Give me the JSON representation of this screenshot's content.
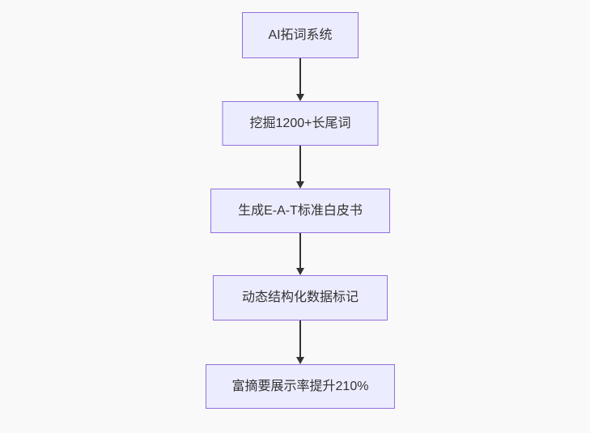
{
  "flowchart": {
    "type": "vertical-flowchart",
    "direction": "top-down",
    "nodes": [
      {
        "label": "AI拓词系统"
      },
      {
        "label": "挖掘1200+长尾词"
      },
      {
        "label": "生成E-A-T标准白皮书"
      },
      {
        "label": "动态结构化数据标记"
      },
      {
        "label": "富摘要展示率提升210%"
      }
    ],
    "edges": [
      {
        "from": 0,
        "to": 1,
        "style": "arrow"
      },
      {
        "from": 1,
        "to": 2,
        "style": "arrow"
      },
      {
        "from": 2,
        "to": 3,
        "style": "arrow"
      },
      {
        "from": 3,
        "to": 4,
        "style": "arrow"
      }
    ],
    "colors": {
      "node_fill": "#ECECFF",
      "node_border": "#9370DB",
      "node_text": "#333333",
      "arrow": "#333333",
      "background": "#f9f9f9"
    }
  }
}
